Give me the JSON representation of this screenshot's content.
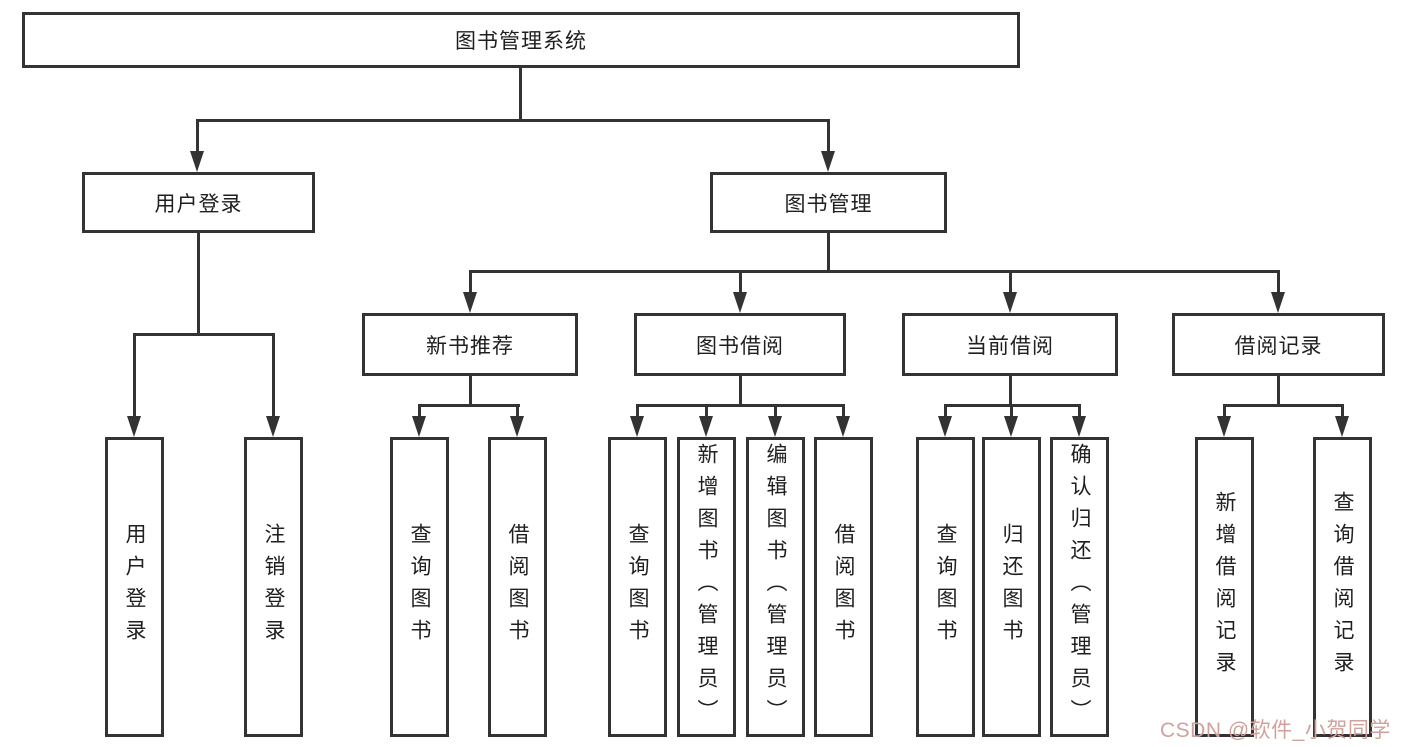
{
  "diagram": {
    "type": "tree",
    "root": {
      "label": "图书管理系统"
    },
    "level2": [
      {
        "label": "用户登录",
        "children": [
          {
            "label": "用户登录"
          },
          {
            "label": "注销登录"
          }
        ]
      },
      {
        "label": "图书管理",
        "children": [
          {
            "label": "新书推荐",
            "children": [
              {
                "label": "查询图书"
              },
              {
                "label": "借阅图书"
              }
            ]
          },
          {
            "label": "图书借阅",
            "children": [
              {
                "label": "查询图书"
              },
              {
                "label": "新增图书（管理员）"
              },
              {
                "label": "编辑图书（管理员）"
              },
              {
                "label": "借阅图书"
              }
            ]
          },
          {
            "label": "当前借阅",
            "children": [
              {
                "label": "查询图书"
              },
              {
                "label": "归还图书"
              },
              {
                "label": "确认归还（管理员）"
              }
            ]
          },
          {
            "label": "借阅记录",
            "children": [
              {
                "label": "新增借阅记录"
              },
              {
                "label": "查询借阅记录"
              }
            ]
          }
        ]
      }
    ]
  },
  "watermark": {
    "text": "CSDN @软件_小贺同学"
  },
  "colors": {
    "line": "#333333",
    "text": "#1f1f1f",
    "background": "#ffffff",
    "watermark": "#cfa29b"
  }
}
